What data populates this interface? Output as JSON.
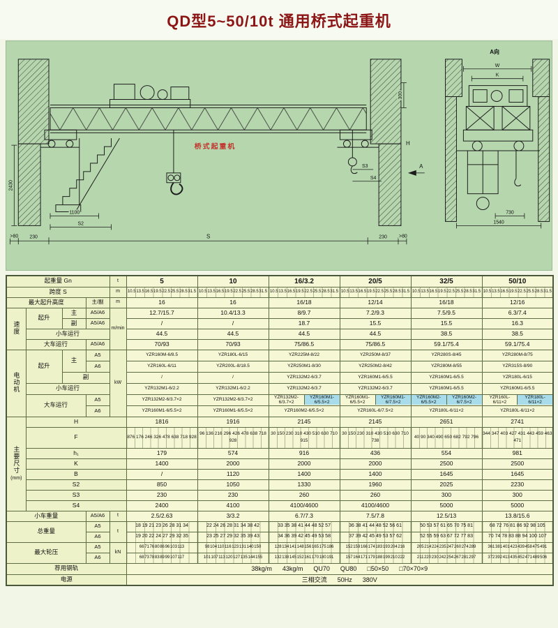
{
  "title": "QD型5~50/10t 通用桥式起重机",
  "drawing": {
    "watermark": "桥式起重机",
    "dims": {
      "d1100": "1100",
      "s2": "S2",
      "d230l": "230",
      "s": "S",
      "d230r": "230",
      "gt80l": ">80",
      "gt80r": ">80",
      "d2430": "2430",
      "d300": "300",
      "h": "H",
      "s3": "S3",
      "s4": "S4",
      "a": "A",
      "a_view": "A向",
      "w": "W",
      "k": "K",
      "d730": "730",
      "d1540": "1540"
    }
  },
  "table": {
    "capacity": {
      "label": "起重量 Gn",
      "unit": "t",
      "values": [
        "5",
        "10",
        "16/3.2",
        "20/5",
        "32/5",
        "50/10"
      ]
    },
    "span": {
      "label": "跨度 S",
      "unit": "m",
      "values": [
        "10.5 13.5 16.5 19.5 22.5 25.5 28.5 31.5",
        "10.5 13.5 16.5 19.5 22.5 25.5 28.5 31.5",
        "10.5 13.5 16.5 19.5 22.5 25.5 28.5 31.5",
        "10.5 13.5 16.5 19.5 22.5 25.5 28.5 31.5",
        "10.5 13.5 16.5 19.5 22.5 25.5 28.5 31.5",
        "10.5 13.5 16.5 19.5 22.5 25.5 28.5 31.5"
      ]
    },
    "height": {
      "label": "最大起升高度",
      "sub": "主/副",
      "unit": "m",
      "values": [
        "16",
        "16",
        "16/18",
        "12/14",
        "16/18",
        "12/16"
      ]
    },
    "speed": {
      "label": "速度",
      "unit": "m/min",
      "main": {
        "l1": "起升",
        "l2": "主",
        "l3": "A5/A6",
        "values": [
          "12.7/15.7",
          "10.4/13.3",
          "8/9.7",
          "7.2/9.3",
          "7.5/9.5",
          "6.3/7.4"
        ]
      },
      "aux": {
        "l2": "副",
        "l3": "A5/A6",
        "values": [
          "/",
          "/",
          "18.7",
          "15.5",
          "15.5",
          "16.3"
        ]
      },
      "trolley": {
        "l1": "小车运行",
        "values": [
          "44.5",
          "44.5",
          "44.5",
          "44.5",
          "38.5",
          "38.5"
        ]
      },
      "travel": {
        "l1": "大车运行",
        "l3": "A5/A6",
        "values": [
          "70/93",
          "70/93",
          "75/86.5",
          "75/86.5",
          "59.1/75.4",
          "59.1/75.4"
        ]
      }
    },
    "motor": {
      "label": "电动机",
      "unit": "kW",
      "hoist_label": "起升",
      "main_label": "主",
      "a5": "A5",
      "a6": "A6",
      "aux_label": "副",
      "trolley_label": "小车运行",
      "travel_label": "大车运行",
      "main_a5": [
        "YZR160M-6/8.5",
        "YZR180L-6/15",
        "YZR225M-8/22",
        "YZR250M-8/37",
        "YZR280S-8/45",
        "YZR280M-8/75"
      ],
      "main_a6": [
        "YZR160L-6/11",
        "YZR200L-8/18.5",
        "YZR250M1-8/30",
        "YZR250M2-8/42",
        "YZR280M-8/55",
        "YZR315S-8/90"
      ],
      "aux": [
        "/",
        "/",
        "YZR132M2-6/3.7",
        "YZR160M1-6/5.5",
        "YZR160M1-6/5.5",
        "YZR180L-6/15"
      ],
      "trolley": [
        "YZR132M1-6/2.2",
        "YZR132M1-6/2.2",
        "YZR132M2-6/3.7",
        "YZR132M2-6/3.7",
        "YZR160M1-6/5.5",
        "YZR160M1-6/5.5"
      ],
      "travel_a5": [
        {
          "t": "YZR132M2-6/3.7×2"
        },
        {
          "t": "YZR132M2-6/3.7×2"
        },
        {
          "t": "YZR132M2-6/3.7×2",
          "a": "YZR160M1-6/5.5×2",
          "ab": true
        },
        {
          "t": "YZR160M1-6/5.5×2",
          "a": "YZR160M1-6/7.5×2",
          "ab": true
        },
        {
          "t": "YZR160M2-6/5.5×2",
          "tb": true,
          "a": "YZR160M2-6/7.5×2",
          "ab": true
        },
        {
          "t": "YZR160L-6/11×2",
          "a": "YZR180L-6/11×2",
          "ab": true
        }
      ],
      "travel_a6": [
        {
          "t": "YZR160M1-6/5.5×2"
        },
        {
          "t": "YZR160M1-6/5.5×2"
        },
        {
          "t": "YZR160M2-6/5.5×2",
          "tb": true
        },
        {
          "t": "YZR160L-6/7.5×2",
          "tb": true
        },
        {
          "t": "YZR180L-6/11×2"
        },
        {
          "t": "YZR180L-6/11×2"
        }
      ]
    },
    "dims": {
      "label": "主要尺寸",
      "label2": "(mm)",
      "rows": [
        {
          "n": "H",
          "v": [
            "1816",
            "1916",
            "2145",
            "2145",
            "2651",
            "2741"
          ]
        },
        {
          "n": "F",
          "v": [
            "876 176 246 326 478 638 718 928",
            "96 136 216 296 426 478 638 718 928",
            "30 150 230 310 430 510 630 710 915",
            "30 150 230 310 430 510 630 710 738",
            "40 90 340 490 650 682 792 796",
            "344 347 403 427 431 443 459 463 471"
          ]
        },
        {
          "n": "h₁",
          "v": [
            "179",
            "574",
            "916",
            "436",
            "554",
            "981"
          ]
        },
        {
          "n": "K",
          "v": [
            "1400",
            "2000",
            "2000",
            "2000",
            "2500",
            "2500"
          ]
        },
        {
          "n": "B",
          "v": [
            "/",
            "1120",
            "1400",
            "1400",
            "1645",
            "1645"
          ]
        },
        {
          "n": "S2",
          "v": [
            "850",
            "1050",
            "1330",
            "1960",
            "2025",
            "2230"
          ]
        },
        {
          "n": "S3",
          "v": [
            "230",
            "230",
            "260",
            "260",
            "300",
            "300"
          ]
        },
        {
          "n": "S4",
          "v": [
            "2400",
            "4100",
            "4100/4600",
            "4100/4600",
            "5000",
            "5000"
          ]
        }
      ]
    },
    "trolley_weight": {
      "label": "小车重量",
      "sub": "A5/A6",
      "unit": "t",
      "values": [
        "2.5/2.63",
        "3/3.2",
        "6.7/7.3",
        "7.5/7.8",
        "12.5/13",
        "13.8/15.6"
      ]
    },
    "total_weight": {
      "label": "总重量",
      "unit": "t",
      "a5": {
        "sub": "A5",
        "values": [
          "18 19 21 23 26 28 31 34",
          "22 24 26 28 31 34 38 42",
          "33 35 38 41 44 48 52 57",
          "36 38 41 44 48 52 56 61",
          "50 53 57 61 65 70 75 81",
          "68 72 76 81 86 92 98 105"
        ]
      },
      "a6": {
        "sub": "A6",
        "values": [
          "19 20 22 24 27 29 32 35",
          "23 25 27 29 32 35 39 43",
          "34 36 39 42 45 49 53 58",
          "37 39 42 45 49 53 57 62",
          "52 55 59 63 67 72 77 83",
          "70 74 78 83 88 94 100 107"
        ]
      }
    },
    "wheel_load": {
      "label": "最大轮压",
      "unit": "kN",
      "a5": {
        "sub": "A5",
        "values": [
          "66 71 76 80 86 96 103 113",
          "98 104 110 116 123 131 140 150",
          "128 134 141 148 156 165 175 186",
          "152 159 166 174 183 193 204 216",
          "205 214 224 235 247 260 274 289",
          "361 381 401 423 439 458 475 491"
        ]
      },
      "a6": {
        "sub": "A6",
        "values": [
          "68 73 78 83 89 99 107 117",
          "101 107 113 120 127 135 144 155",
          "132 138 145 152 161 170 180 191",
          "157 164 171 179 188 199 210 222",
          "211 220 230 242 254 267 281 297",
          "372 392 413 435 452 471 489 506"
        ]
      }
    },
    "rail": {
      "label": "荐用钢轨",
      "value": "38kg/m      43kg/m      QU70      QU80      □50×50      □70×70×9"
    },
    "power": {
      "label": "电源",
      "value": "三相交流      50Hz      380V"
    }
  }
}
